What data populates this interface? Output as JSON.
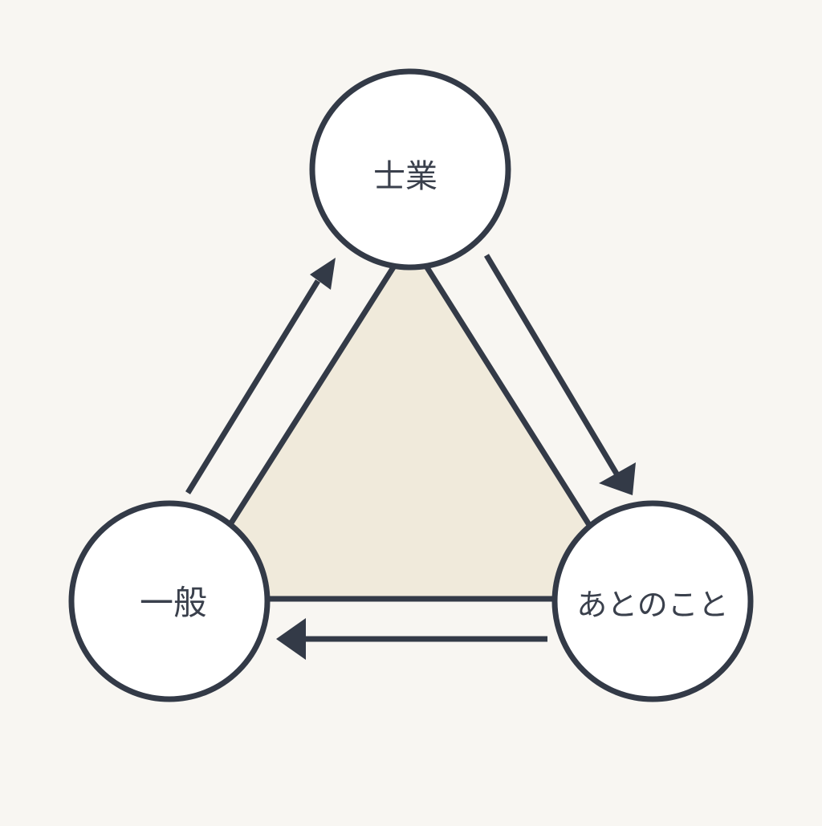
{
  "diagram": {
    "nodes": {
      "top": {
        "label": "士業"
      },
      "left": {
        "label": "一般"
      },
      "right": {
        "label": "あとのこと"
      }
    },
    "arrows": [
      {
        "from": "left",
        "to": "top"
      },
      {
        "from": "top",
        "to": "right"
      },
      {
        "from": "right",
        "to": "left"
      }
    ]
  },
  "colors": {
    "background": "#f8f6f2",
    "triangle_fill": "#f0eadb",
    "stroke": "#333a47",
    "node_fill": "#ffffff",
    "text": "#3a404c"
  }
}
